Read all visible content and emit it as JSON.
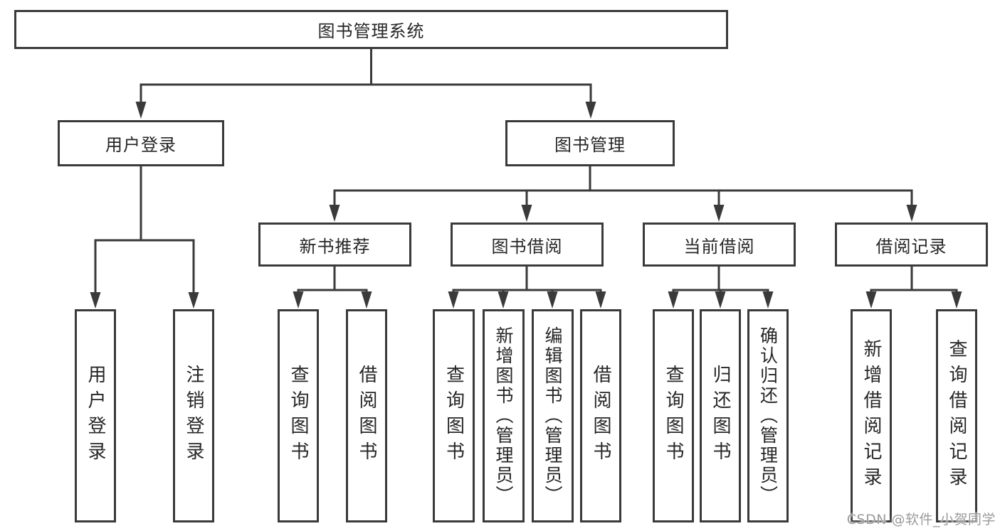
{
  "diagram": {
    "type": "hierarchy-tree",
    "watermark": "CSDN @软件_小贺同学",
    "colors": {
      "background": "#ffffff",
      "line": "#3a3a3a",
      "box_border": "#3a3a3a",
      "box_fill": "#ffffff",
      "text": "#262626",
      "watermark_text": "#9b9b9b"
    },
    "nodes": {
      "root": {
        "label": "图书管理系统"
      },
      "user_login": {
        "label": "用户登录"
      },
      "book_management": {
        "label": "图书管理"
      },
      "new_book_recommend": {
        "label": "新书推荐"
      },
      "book_borrow": {
        "label": "图书借阅"
      },
      "current_borrow": {
        "label": "当前借阅"
      },
      "borrow_records": {
        "label": "借阅记录"
      },
      "login": {
        "label": "用户登录"
      },
      "logout": {
        "label": "注销登录"
      },
      "nb_query_books": {
        "label": "查询图书"
      },
      "nb_borrow_books": {
        "label": "借阅图书"
      },
      "bb_query_books": {
        "label": "查询图书"
      },
      "bb_add_books": {
        "label": "新增图书（管理员）"
      },
      "bb_edit_books": {
        "label": "编辑图书（管理员）"
      },
      "bb_borrow_books": {
        "label": "借阅图书"
      },
      "cb_query_books": {
        "label": "查询图书"
      },
      "cb_return_books": {
        "label": "归还图书"
      },
      "cb_confirm_return": {
        "label": "确认归还（管理员）"
      },
      "br_add_record": {
        "label": "新增借阅记录"
      },
      "br_query_record": {
        "label": "查询借阅记录"
      }
    },
    "edges": [
      [
        "root",
        "user_login"
      ],
      [
        "root",
        "book_management"
      ],
      [
        "user_login",
        "login"
      ],
      [
        "user_login",
        "logout"
      ],
      [
        "book_management",
        "new_book_recommend"
      ],
      [
        "book_management",
        "book_borrow"
      ],
      [
        "book_management",
        "current_borrow"
      ],
      [
        "book_management",
        "borrow_records"
      ],
      [
        "new_book_recommend",
        "nb_query_books"
      ],
      [
        "new_book_recommend",
        "nb_borrow_books"
      ],
      [
        "book_borrow",
        "bb_query_books"
      ],
      [
        "book_borrow",
        "bb_add_books"
      ],
      [
        "book_borrow",
        "bb_edit_books"
      ],
      [
        "book_borrow",
        "bb_borrow_books"
      ],
      [
        "current_borrow",
        "cb_query_books"
      ],
      [
        "current_borrow",
        "cb_return_books"
      ],
      [
        "current_borrow",
        "cb_confirm_return"
      ],
      [
        "borrow_records",
        "br_add_record"
      ],
      [
        "borrow_records",
        "br_query_record"
      ]
    ]
  }
}
